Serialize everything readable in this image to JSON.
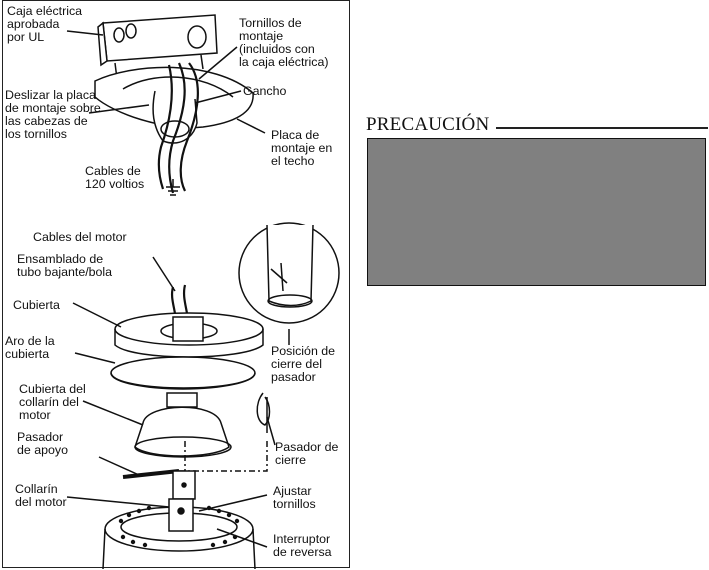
{
  "labels": {
    "junction_box": "Caja eléctrica\naprobada\npor UL",
    "mount_screws": "Tornillos de\nmontaje\n(incluidos con\nla caja eléctrica)",
    "slide_plate": "Deslizar la placa\nde montaje sobre\nlas cabezas de\nlos tornillos",
    "hook": "Gancho",
    "ceiling_plate": "Placa de\nmontaje en\nel  techo",
    "cables_120": "Cables de\n120 voltios",
    "motor_cables": "Cables del motor",
    "downrod_ball": "Ensamblado de\ntubo bajante/bola",
    "cover": "Cubierta",
    "cover_ring": "Aro de la\ncubierta",
    "collar_cover": "Cubierta del\ncollarín del\nmotor",
    "support_pin": "Pasador\nde apoyo",
    "motor_collar": "Collarín\ndel motor",
    "lock_position": "Posición de\ncierre del\npasador",
    "lock_pin": "Pasador de\ncierre",
    "adjust_screws": "Ajustar\ntornillos",
    "reverse_switch": "Interruptor\nde reversa"
  },
  "caution": {
    "title": "PRECAUCIÓN"
  }
}
